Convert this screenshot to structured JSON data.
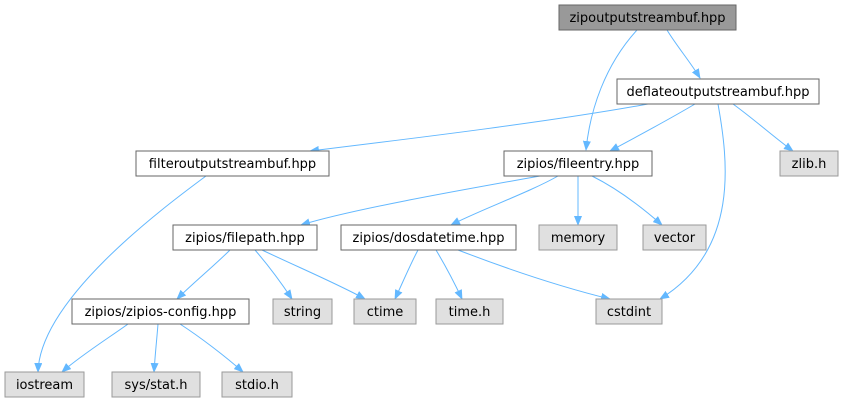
{
  "colors": {
    "edge": "#63b8ff",
    "root_fill": "#999999",
    "root_stroke": "#666666",
    "doc_fill": "#ffffff",
    "doc_stroke": "#666666",
    "ext_fill": "#e0e0e0",
    "ext_stroke": "#999999"
  },
  "nodes": [
    {
      "id": "zipoutputstreambuf",
      "label": "zipoutputstreambuf.hpp",
      "kind": "root"
    },
    {
      "id": "deflateoutputstreambuf",
      "label": "deflateoutputstreambuf.hpp",
      "kind": "doc"
    },
    {
      "id": "filteroutputstreambuf",
      "label": "filteroutputstreambuf.hpp",
      "kind": "doc"
    },
    {
      "id": "fileentry",
      "label": "zipios/fileentry.hpp",
      "kind": "doc"
    },
    {
      "id": "zlib",
      "label": "zlib.h",
      "kind": "ext"
    },
    {
      "id": "filepath",
      "label": "zipios/filepath.hpp",
      "kind": "doc"
    },
    {
      "id": "dosdatetime",
      "label": "zipios/dosdatetime.hpp",
      "kind": "doc"
    },
    {
      "id": "memory",
      "label": "memory",
      "kind": "ext"
    },
    {
      "id": "vector",
      "label": "vector",
      "kind": "ext"
    },
    {
      "id": "zipiosconfig",
      "label": "zipios/zipios-config.hpp",
      "kind": "doc"
    },
    {
      "id": "string",
      "label": "string",
      "kind": "ext"
    },
    {
      "id": "ctime",
      "label": "ctime",
      "kind": "ext"
    },
    {
      "id": "timeh",
      "label": "time.h",
      "kind": "ext"
    },
    {
      "id": "cstdint",
      "label": "cstdint",
      "kind": "ext"
    },
    {
      "id": "iostream",
      "label": "iostream",
      "kind": "ext"
    },
    {
      "id": "sysstat",
      "label": "sys/stat.h",
      "kind": "ext"
    },
    {
      "id": "stdioh",
      "label": "stdio.h",
      "kind": "ext"
    }
  ],
  "edges": [
    {
      "from": "zipoutputstreambuf",
      "to": "deflateoutputstreambuf"
    },
    {
      "from": "zipoutputstreambuf",
      "to": "fileentry"
    },
    {
      "from": "deflateoutputstreambuf",
      "to": "filteroutputstreambuf"
    },
    {
      "from": "deflateoutputstreambuf",
      "to": "fileentry"
    },
    {
      "from": "deflateoutputstreambuf",
      "to": "zlib"
    },
    {
      "from": "deflateoutputstreambuf",
      "to": "cstdint"
    },
    {
      "from": "filteroutputstreambuf",
      "to": "iostream"
    },
    {
      "from": "fileentry",
      "to": "filepath"
    },
    {
      "from": "fileentry",
      "to": "dosdatetime"
    },
    {
      "from": "fileentry",
      "to": "memory"
    },
    {
      "from": "fileentry",
      "to": "vector"
    },
    {
      "from": "filepath",
      "to": "zipiosconfig"
    },
    {
      "from": "filepath",
      "to": "string"
    },
    {
      "from": "filepath",
      "to": "ctime"
    },
    {
      "from": "dosdatetime",
      "to": "ctime"
    },
    {
      "from": "dosdatetime",
      "to": "timeh"
    },
    {
      "from": "dosdatetime",
      "to": "cstdint"
    },
    {
      "from": "zipiosconfig",
      "to": "iostream"
    },
    {
      "from": "zipiosconfig",
      "to": "sysstat"
    },
    {
      "from": "zipiosconfig",
      "to": "stdioh"
    }
  ]
}
